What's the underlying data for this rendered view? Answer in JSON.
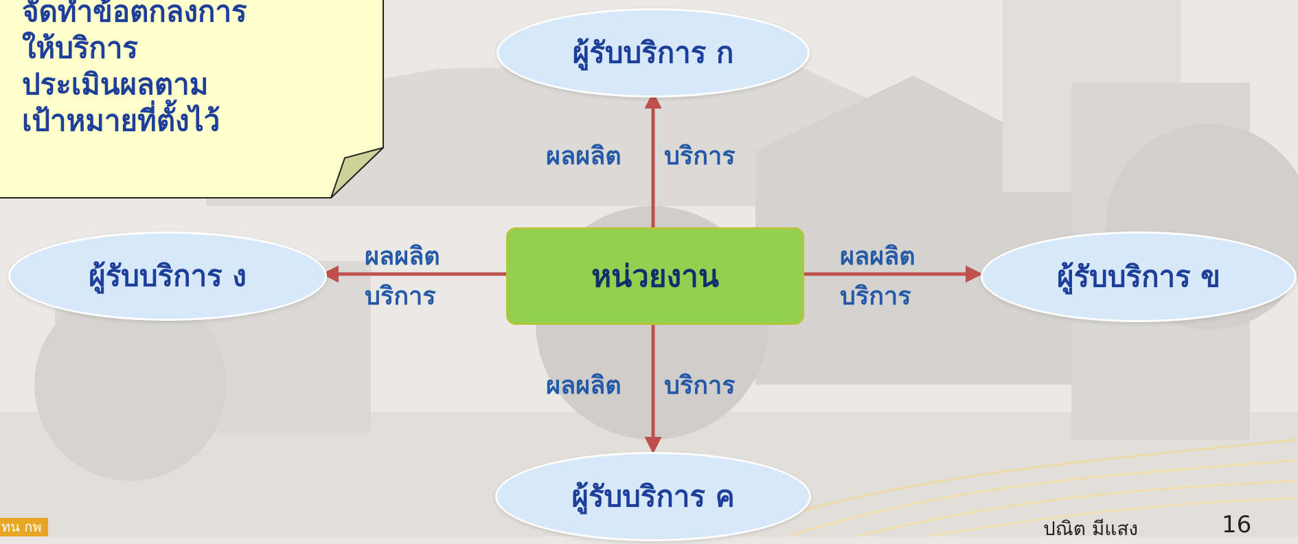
{
  "note": {
    "lines": [
      "จัดทำข้อตกลงการ",
      "ให้บริการ",
      "ประเมินผลตาม",
      "เป้าหมายที่ตั้งไว้"
    ]
  },
  "center": {
    "label": "หน่วยงาน"
  },
  "recipients": {
    "top": "ผู้รับบริการ ก",
    "right": "ผู้รับบริการ ข",
    "bottom": "ผู้รับบริการ ค",
    "left": "ผู้รับบริการ ง"
  },
  "flows": {
    "top": {
      "product": "ผลผลิต",
      "service": "บริการ"
    },
    "bottom": {
      "product": "ผลผลิต",
      "service": "บริการ"
    },
    "left": {
      "product": "ผลผลิต",
      "service": "บริการ"
    },
    "right": {
      "product": "ผลผลิต",
      "service": "บริการ"
    }
  },
  "footer": {
    "logo_text": "ทน กพ",
    "author": "ปณิต  มีแสง",
    "page_number": "16"
  },
  "colors": {
    "arrow": "#c0504d",
    "center_fill": "#92d050",
    "node_fill": "#d7e8fb",
    "note_fill": "#ffffcc",
    "text_dark_blue": "#1d3f99",
    "flow_text": "#2459a8"
  }
}
